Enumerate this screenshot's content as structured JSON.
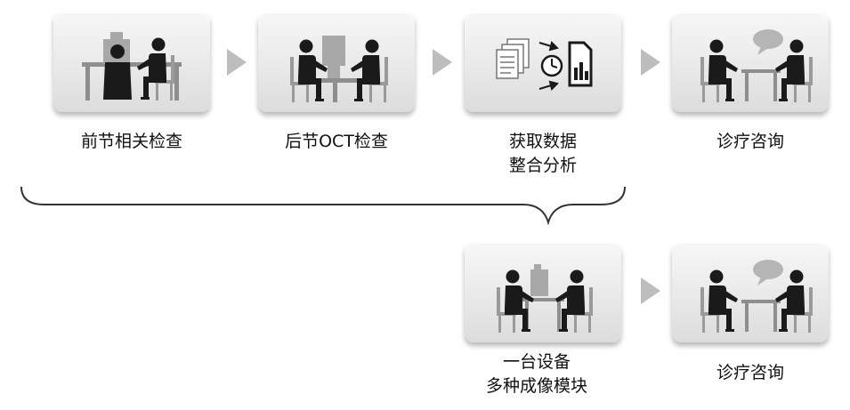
{
  "flow_top": {
    "steps": [
      {
        "label": "前节相关检查",
        "icon": "anterior-exam-icon"
      },
      {
        "label": "后节OCT检查",
        "icon": "oct-exam-icon"
      },
      {
        "label_line1": "获取数据",
        "label_line2": "整合分析",
        "icon": "data-integration-icon"
      },
      {
        "label": "诊疗咨询",
        "icon": "consultation-icon"
      }
    ]
  },
  "flow_bottom": {
    "steps": [
      {
        "label_line1": "一台设备",
        "label_line2": "多种成像模块",
        "icon": "single-device-exam-icon"
      },
      {
        "label": "诊疗咨询",
        "icon": "consultation-icon"
      }
    ]
  },
  "colors": {
    "silhouette": "#1a1a1a",
    "equipment": "#9a9a9a",
    "arrow": "#bdbdbd",
    "brace": "#333333"
  }
}
